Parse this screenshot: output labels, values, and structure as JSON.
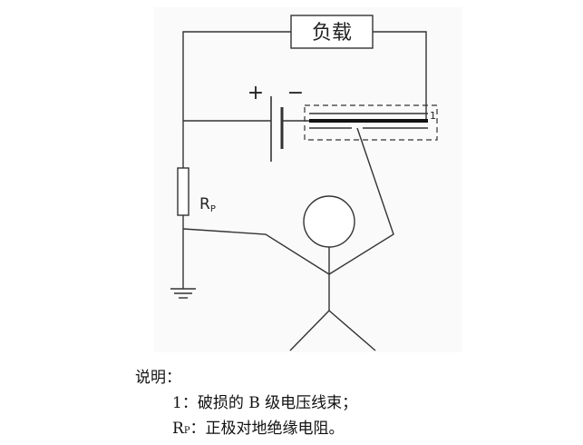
{
  "diagram": {
    "load_label": "负载",
    "plus_sign": "+",
    "minus_sign": "−",
    "harness_marker": "1",
    "resistor_label": "R",
    "resistor_sub": "P"
  },
  "caption": {
    "title": "说明：",
    "item1": "1：破损的 B 级电压线束；",
    "item2_main": "R",
    "item2_sub": "P",
    "item2_rest": "：正极对地绝缘电阻。"
  }
}
